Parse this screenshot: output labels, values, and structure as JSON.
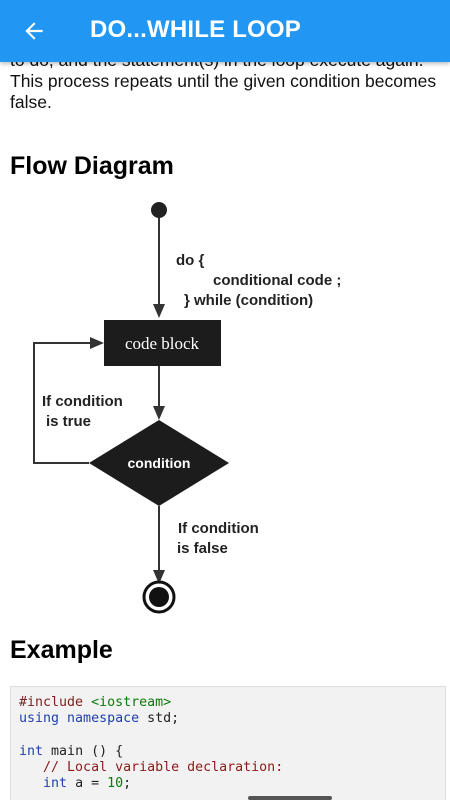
{
  "appbar": {
    "title": "DO...WHILE LOOP"
  },
  "intro": {
    "text_partial": "to do, and the statement(s) in the loop execute again. This process repeats until the given condition becomes false."
  },
  "sections": {
    "flow_title": "Flow Diagram",
    "example_title": "Example"
  },
  "diagram": {
    "do_line": "do {",
    "code_line": "conditional code ;",
    "while_line": "} while (condition)",
    "code_block": "code block",
    "true_label_1": "If condition",
    "true_label_2": "is true",
    "condition": "condition",
    "false_label_1": "If condition",
    "false_label_2": "is false"
  },
  "code": {
    "line1_directive": "#include",
    "line1_header": "<iostream>",
    "line2_using": "using",
    "line2_namespace": "namespace",
    "line2_rest": "std;",
    "line4_type": "int",
    "line4_rest": "main () {",
    "line5_comment": "// Local variable declaration:",
    "line6_type": "int",
    "line6_rest": "a =",
    "line6_value": "10",
    "line6_end": ";"
  },
  "icons": {
    "back": "arrow-left-icon"
  },
  "colors": {
    "appbar": "#2196f3",
    "code_bg": "#f2f2f2"
  }
}
